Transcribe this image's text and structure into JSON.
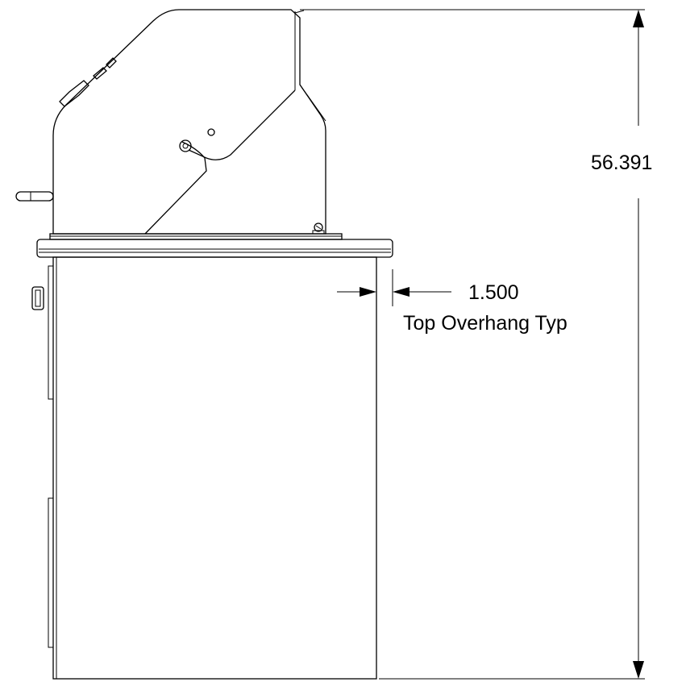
{
  "dimensions": {
    "overall_height": "56.391",
    "top_overhang_value": "1.500",
    "top_overhang_label": "Top Overhang Typ"
  }
}
